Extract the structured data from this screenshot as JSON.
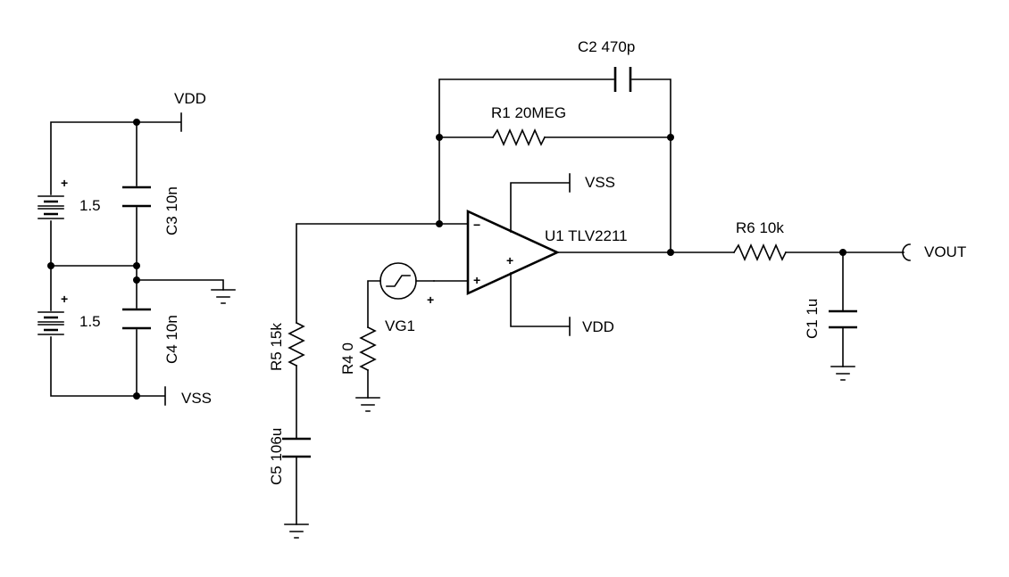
{
  "power_labels": {
    "vdd_top": "VDD",
    "vss_left": "VSS",
    "vss_opamp": "VSS",
    "vdd_opamp": "VDD"
  },
  "batteries": [
    {
      "value": "1.5",
      "polarity": "+"
    },
    {
      "value": "1.5",
      "polarity": "+"
    }
  ],
  "components": {
    "c3": "C3 10n",
    "c4": "C4 10n",
    "c2": "C2 470p",
    "r1": "R1 20MEG",
    "r5": "R5 15k",
    "c5": "C5 106u",
    "r4": "R4 0",
    "vg1": "VG1",
    "u1": "U1 TLV2211",
    "r6": "R6 10k",
    "c1": "C1 1u"
  },
  "opamp_pins": {
    "inverting": "−",
    "noninverting": "+",
    "supply": "+"
  },
  "source_polarity": "+",
  "output_port": "VOUT"
}
